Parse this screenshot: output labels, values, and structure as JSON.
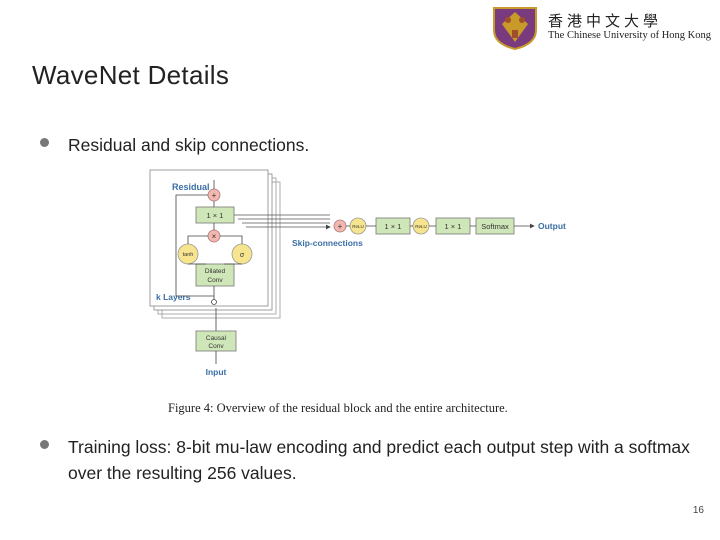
{
  "slide": {
    "title": "WaveNet Details",
    "page_number": "16"
  },
  "logo": {
    "chinese_name": "香港中文大學",
    "english_name": "The Chinese University of Hong Kong",
    "emblem_icon": "cuhk-crest-icon"
  },
  "bullets": [
    "Residual and skip connections.",
    "Training loss: 8-bit mu-law encoding and predict each output step with a softmax over the resulting 256 values."
  ],
  "figure": {
    "caption": "Figure 4: Overview of the residual block and the entire architecture.",
    "labels": {
      "residual": "Residual",
      "one_by_one": "1 × 1",
      "tanh": "tanh",
      "sigma": "σ",
      "dilated_line1": "Dilated",
      "dilated_line2": "Conv",
      "k_layers": "k Layers",
      "causal_line1": "Causal",
      "causal_line2": "Conv",
      "input": "Input",
      "skip_connections": "Skip-connections",
      "relu": "ReLU",
      "softmax": "Softmax",
      "output": "Output",
      "plus": "+",
      "times": "×"
    }
  }
}
